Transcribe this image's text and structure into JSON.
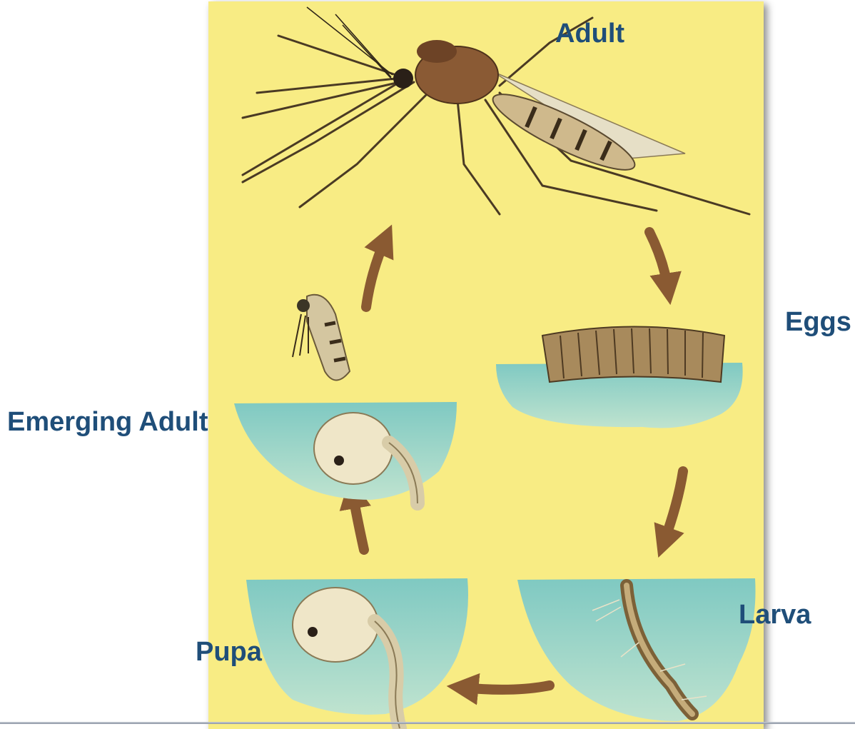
{
  "labels": {
    "adult": "Adult",
    "eggs": "Eggs",
    "larva": "Larva",
    "pupa": "Pupa",
    "emerging_adult": "Emerging Adult"
  },
  "colors": {
    "label_text": "#1f4e79",
    "panel_background": "#f8ec84",
    "water": "#8cd0c6",
    "arrow": "#8a5a32",
    "insect_body": "#9a7a4c"
  },
  "icons": {
    "cycle_arrow": "curved-brown-arrow",
    "adult_stage": "mosquito-adult",
    "eggs_stage": "egg-raft",
    "larva_stage": "mosquito-larva",
    "pupa_stage": "mosquito-pupa",
    "emerging_stage": "emerging-adult"
  }
}
